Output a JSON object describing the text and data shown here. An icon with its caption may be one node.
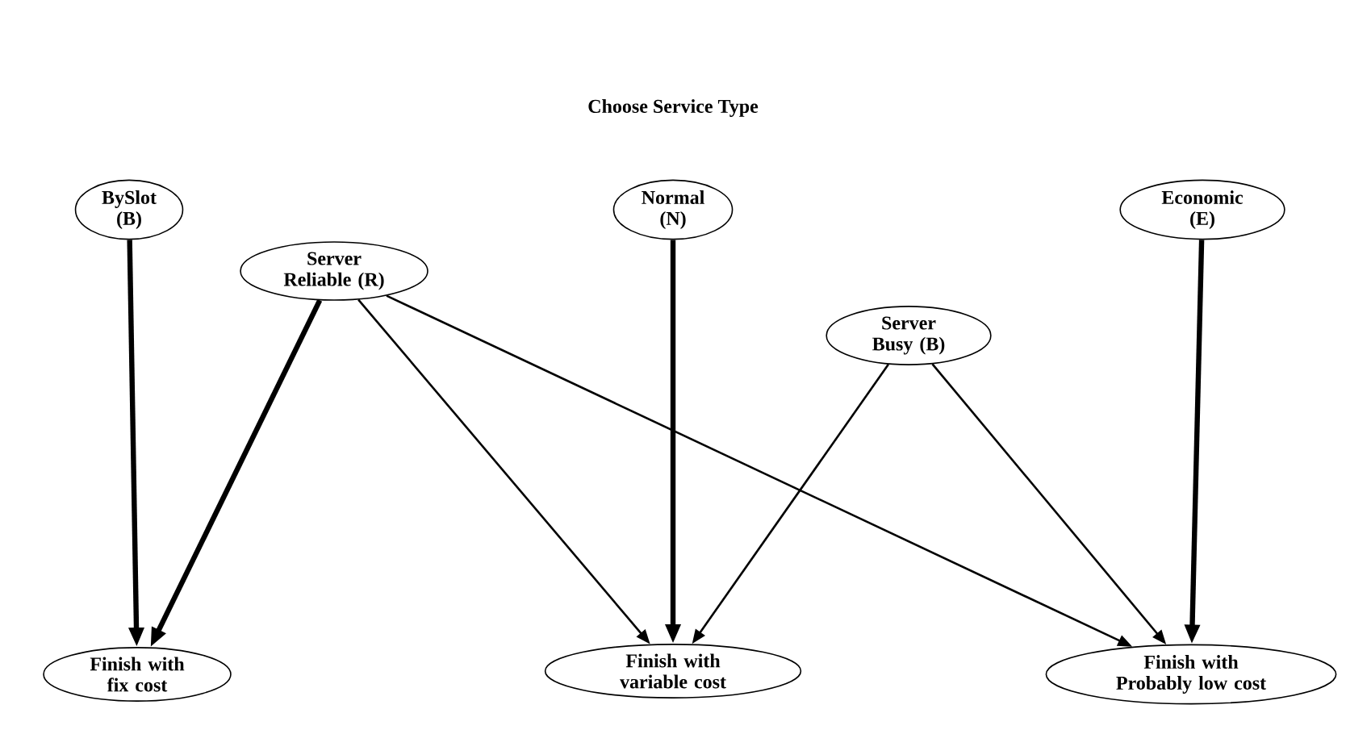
{
  "diagram": {
    "title": "Choose Service Type",
    "nodes": [
      {
        "text": [
          "BySlot (B)"
        ]
      },
      {
        "text": [
          "Normal (N)"
        ]
      },
      {
        "text": [
          "Economic (E)"
        ]
      },
      {
        "text": [
          "Server Reliable (R)"
        ]
      },
      {
        "text": [
          "Server Busy (B)"
        ]
      },
      {
        "text": [
          "Finish with fix cost"
        ]
      },
      {
        "text": [
          "Finish with variable cost"
        ]
      },
      {
        "text": [
          "Finish with Probably low cost"
        ]
      }
    ],
    "edges": [
      {
        "from": 0,
        "to": 5,
        "arrow": "to",
        "style": "thick"
      },
      {
        "from": 3,
        "to": 5,
        "arrow": "to",
        "style": "thick"
      },
      {
        "from": 3,
        "to": 6,
        "arrow": "to"
      },
      {
        "from": 3,
        "to": 7,
        "arrow": "to"
      },
      {
        "from": 1,
        "to": 6,
        "arrow": "to",
        "style": "thick"
      },
      {
        "from": 4,
        "to": 6,
        "arrow": "to"
      },
      {
        "from": 4,
        "to": 7,
        "arrow": "to"
      },
      {
        "from": 2,
        "to": 7,
        "arrow": "to",
        "style": "thick"
      }
    ]
  }
}
